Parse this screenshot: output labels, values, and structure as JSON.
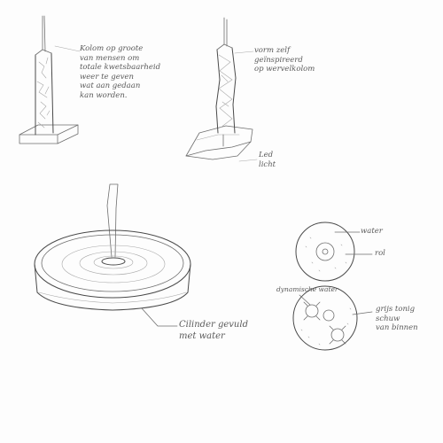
{
  "annotations": {
    "sketch1": [
      "Kolom op groote",
      "van mensen om",
      "totale kwetsbaarheid",
      "weer te geven",
      "wat aan gedaan",
      "kan worden."
    ],
    "sketch2_top": [
      "vorm zelf",
      "geïnspireerd",
      "op wervelkolom"
    ],
    "sketch2_bottom": [
      "Led",
      "licht"
    ],
    "sketch3": [
      "Cilinder gevuld",
      "met water"
    ],
    "detail_water": "water",
    "detail_rol": "rol",
    "detail_left": "dynamische water",
    "detail_right": [
      "grijs tonig",
      "schuw",
      "van binnen"
    ]
  }
}
